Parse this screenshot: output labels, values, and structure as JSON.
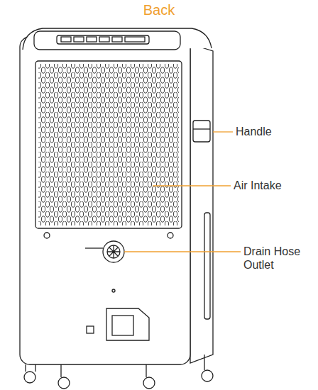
{
  "diagram": {
    "title": "Back",
    "labels": [
      "Handle",
      "Air Intake",
      "Drain Hose Outlet"
    ]
  }
}
